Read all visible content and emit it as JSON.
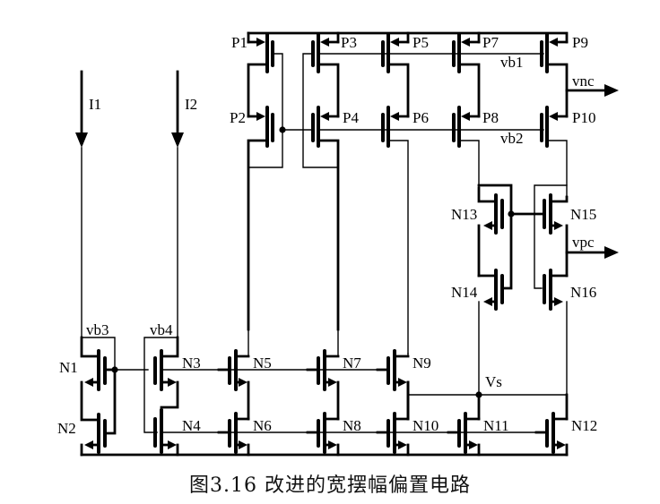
{
  "figure": {
    "caption": "图3.16 改进的宽摆幅偏置电路",
    "type": "circuit-schematic"
  },
  "current_sources": [
    {
      "id": "I1",
      "label": "I1"
    },
    {
      "id": "I2",
      "label": "I2"
    }
  ],
  "transistors": {
    "pmos": [
      {
        "id": "P1",
        "label": "P1"
      },
      {
        "id": "P2",
        "label": "P2"
      },
      {
        "id": "P3",
        "label": "P3"
      },
      {
        "id": "P4",
        "label": "P4"
      },
      {
        "id": "P5",
        "label": "P5"
      },
      {
        "id": "P6",
        "label": "P6"
      },
      {
        "id": "P7",
        "label": "P7"
      },
      {
        "id": "P8",
        "label": "P8"
      },
      {
        "id": "P9",
        "label": "P9"
      },
      {
        "id": "P10",
        "label": "P10"
      }
    ],
    "nmos": [
      {
        "id": "N1",
        "label": "N1"
      },
      {
        "id": "N2",
        "label": "N2"
      },
      {
        "id": "N3",
        "label": "N3"
      },
      {
        "id": "N4",
        "label": "N4"
      },
      {
        "id": "N5",
        "label": "N5"
      },
      {
        "id": "N6",
        "label": "N6"
      },
      {
        "id": "N7",
        "label": "N7"
      },
      {
        "id": "N8",
        "label": "N8"
      },
      {
        "id": "N9",
        "label": "N9"
      },
      {
        "id": "N10",
        "label": "N10"
      },
      {
        "id": "N11",
        "label": "N11"
      },
      {
        "id": "N12",
        "label": "N12"
      },
      {
        "id": "N13",
        "label": "N13"
      },
      {
        "id": "N14",
        "label": "N14"
      },
      {
        "id": "N15",
        "label": "N15"
      },
      {
        "id": "N16",
        "label": "N16"
      }
    ]
  },
  "nets": {
    "vb1": "vb1",
    "vb2": "vb2",
    "vb3": "vb3",
    "vb4": "vb4",
    "vs": "Vs"
  },
  "outputs": [
    {
      "id": "vnc",
      "label": "vnc"
    },
    {
      "id": "vpc",
      "label": "vpc"
    }
  ]
}
